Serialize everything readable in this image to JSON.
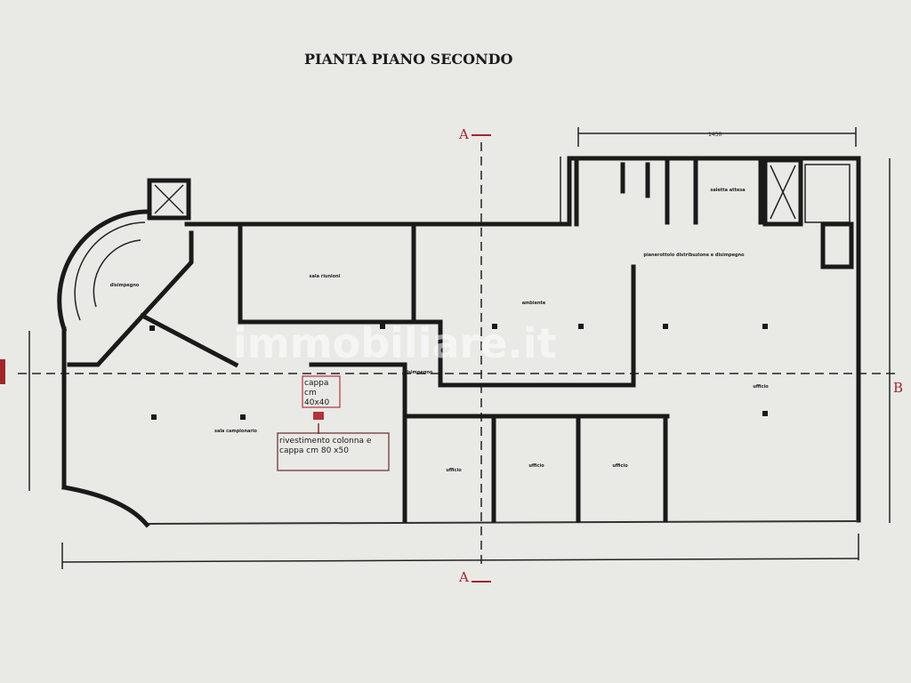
{
  "title": "PIANTA PIANO SECONDO",
  "section_marks": {
    "a_top": "A",
    "a_bottom": "A",
    "b_right": "B"
  },
  "dimensions": {
    "top": "1430"
  },
  "rooms": {
    "sala_riunioni": "sala riunioni",
    "ambiente": "ambiente",
    "disimpegno_center": "disimpegno",
    "disimpegno_stair": "disimpegno",
    "sala_campionario": "sala campionario",
    "ufficio_1": "ufficio",
    "ufficio_2": "ufficio",
    "ufficio_3": "ufficio",
    "ufficio_big": "ufficio",
    "pianerottolo": "pianerottolo distribuzione e disimpegno",
    "saletta_attesa": "saletta attesa"
  },
  "notes": {
    "cappa": [
      "cappa",
      "cm",
      "40x40"
    ],
    "rivestimento": [
      "rivestimento colonna e",
      "cappa  cm  80 x50"
    ]
  },
  "watermark": "immobiliare.it",
  "colors": {
    "annotation_red": "#a2262c",
    "wall": "#1a1a1a",
    "paper": "#e9e9e6"
  }
}
